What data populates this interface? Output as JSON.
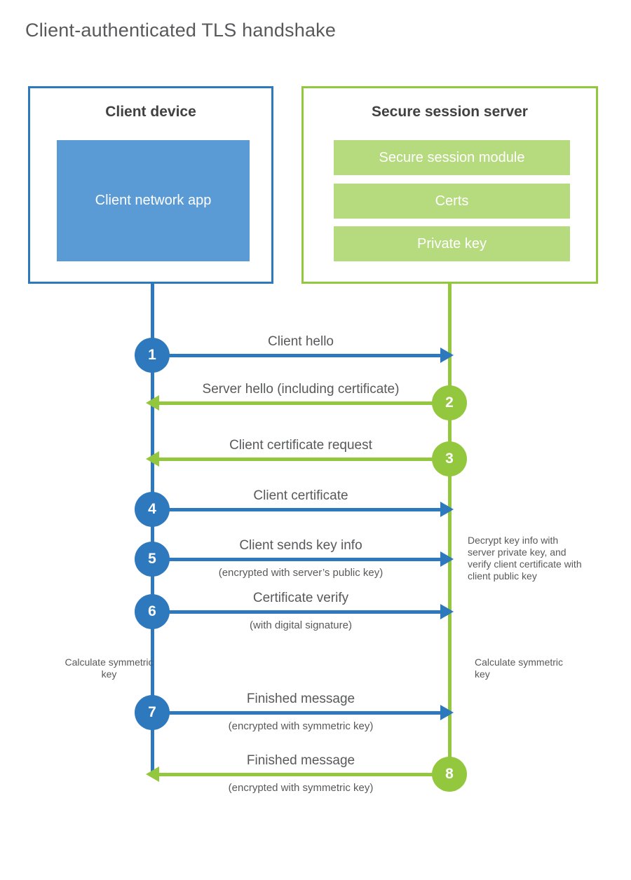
{
  "title": "Client-authenticated TLS handshake",
  "client": {
    "title": "Client device",
    "app": "Client network app"
  },
  "server": {
    "title": "Secure session server",
    "modules": [
      "Secure session module",
      "Certs",
      "Private key"
    ]
  },
  "messages": [
    {
      "num": "1",
      "label": "Client hello",
      "direction": "client-to-server"
    },
    {
      "num": "2",
      "label": "Server hello (including certificate)",
      "direction": "server-to-client"
    },
    {
      "num": "3",
      "label": "Client certificate request",
      "direction": "server-to-client"
    },
    {
      "num": "4",
      "label": "Client certificate",
      "direction": "client-to-server"
    },
    {
      "num": "5",
      "label": "Client sends key info",
      "sub": "(encrypted with server’s public key)",
      "direction": "client-to-server"
    },
    {
      "num": "6",
      "label": "Certificate verify",
      "sub": "(with digital signature)",
      "direction": "client-to-server"
    },
    {
      "num": "7",
      "label": "Finished message",
      "sub": "(encrypted with symmetric key)",
      "direction": "client-to-server"
    },
    {
      "num": "8",
      "label": "Finished message",
      "sub": "(encrypted with symmetric key)",
      "direction": "server-to-client"
    }
  ],
  "notes": {
    "decrypt": "Decrypt key info with server private key, and verify client certificate with client public key",
    "calc_client": "Calculate symmetric key",
    "calc_server": "Calculate symmetric key"
  },
  "colors": {
    "blue_accent": "#2e78bd",
    "blue_fill": "#5b9bd5",
    "green_accent": "#93c83e",
    "green_fill": "#b6da7e",
    "heading_text": "#414042",
    "label_text": "#58595b"
  }
}
